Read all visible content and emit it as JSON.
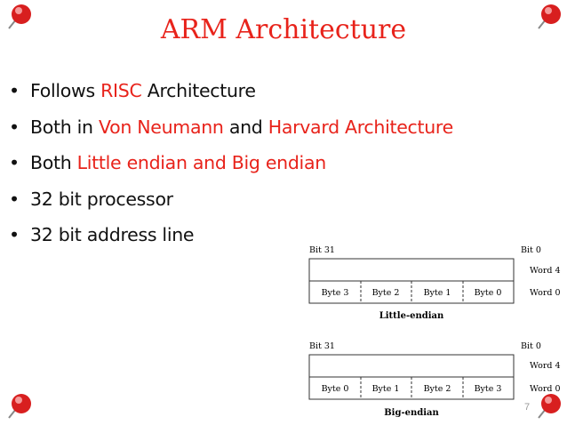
{
  "slide": {
    "title": "ARM Architecture",
    "page_number": "7"
  },
  "bullets": [
    {
      "bullet": "•",
      "parts": [
        {
          "text": "Follows ",
          "accent": false
        },
        {
          "text": "RISC",
          "accent": true
        },
        {
          "text": " Architecture",
          "accent": false
        }
      ]
    },
    {
      "bullet": "•",
      "parts": [
        {
          "text": "Both in ",
          "accent": false
        },
        {
          "text": "Von Neumann",
          "accent": true
        },
        {
          "text": " and ",
          "accent": false
        },
        {
          "text": "Harvard Architecture",
          "accent": true
        }
      ]
    },
    {
      "bullet": "•",
      "parts": [
        {
          "text": "Both ",
          "accent": false
        },
        {
          "text": "Little endian and Big endian",
          "accent": true
        }
      ]
    },
    {
      "bullet": "•",
      "parts": [
        {
          "text": "32 bit processor",
          "accent": false
        }
      ]
    },
    {
      "bullet": "•",
      "parts": [
        {
          "text": "32 bit address line",
          "accent": false
        }
      ]
    }
  ],
  "diagrams": {
    "little_endian": {
      "bit_high": "Bit 31",
      "bit_low": "Bit 0",
      "word_upper": "Word 4",
      "word_lower": "Word 0",
      "bytes": [
        "Byte 3",
        "Byte 2",
        "Byte 1",
        "Byte 0"
      ],
      "caption": "Little-endian"
    },
    "big_endian": {
      "bit_high": "Bit 31",
      "bit_low": "Bit 0",
      "word_upper": "Word 4",
      "word_lower": "Word 0",
      "bytes": [
        "Byte 0",
        "Byte 1",
        "Byte 2",
        "Byte 3"
      ],
      "caption": "Big-endian"
    }
  },
  "colors": {
    "accent": "#e8231b",
    "text": "#111111",
    "pin_head": "#d81f1f"
  },
  "decorations": {
    "corner_pins": [
      "pushpin-icon",
      "pushpin-icon",
      "pushpin-icon",
      "pushpin-icon"
    ]
  }
}
